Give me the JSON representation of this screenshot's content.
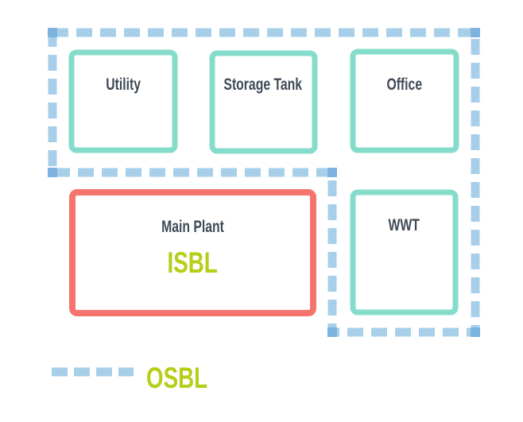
{
  "diagram": {
    "type": "plant-battery-limits-diagram",
    "boxes": [
      {
        "id": "utility",
        "label": "Utility",
        "border_color": "#85DCCB"
      },
      {
        "id": "storage-tank",
        "label": "Storage Tank",
        "border_color": "#85DCCB"
      },
      {
        "id": "office",
        "label": "Office",
        "border_color": "#85DCCB"
      },
      {
        "id": "main-plant",
        "label": "Main Plant",
        "sublabel": "ISBL",
        "border_color": "#F5756E"
      },
      {
        "id": "wwt",
        "label": "WWT",
        "border_color": "#85DCCB"
      }
    ],
    "legend": {
      "label": "OSBL"
    },
    "colors": {
      "teal_border": "#85DCCB",
      "red_border": "#F5756E",
      "dash_blue": "#A8CFEA",
      "dash_blue_overlap": "#7DB4DF",
      "label_text": "#3F4B57",
      "accent_green": "#B5CE17",
      "background": "#FFFFFF"
    }
  }
}
